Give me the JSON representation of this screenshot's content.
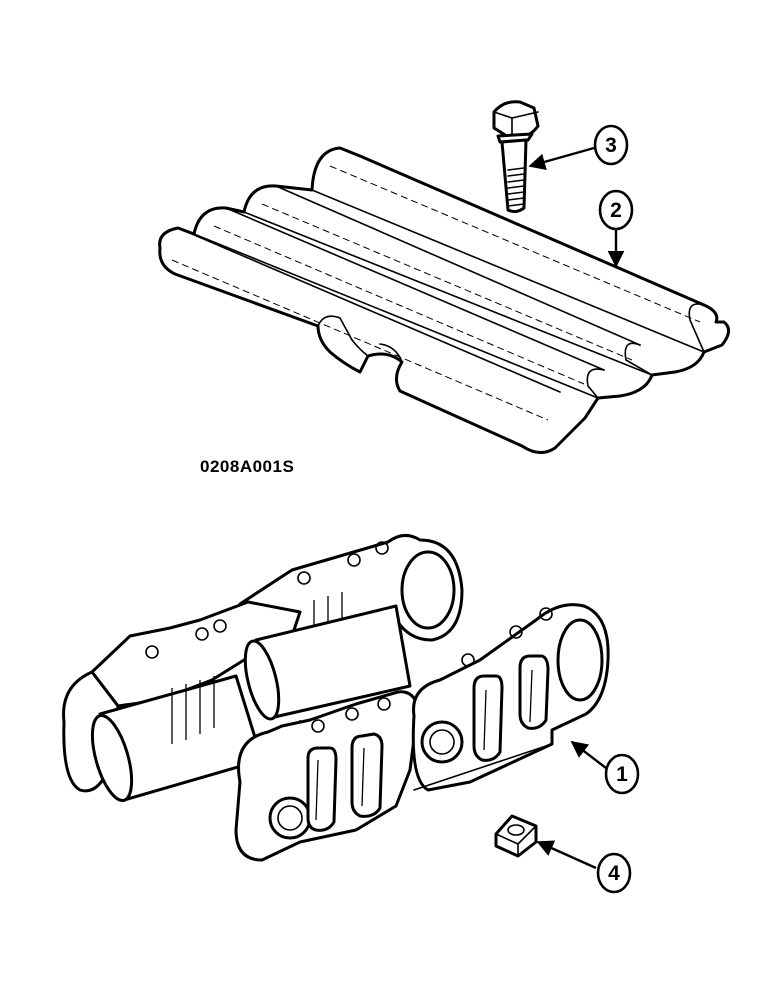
{
  "figure_code": "0208A001S",
  "callouts": [
    {
      "number": "1",
      "part": "track link assembly"
    },
    {
      "number": "2",
      "part": "track shoe"
    },
    {
      "number": "3",
      "part": "shoe bolt"
    },
    {
      "number": "4",
      "part": "shoe nut"
    }
  ],
  "colors": {
    "line": "#000000",
    "background": "#ffffff"
  }
}
